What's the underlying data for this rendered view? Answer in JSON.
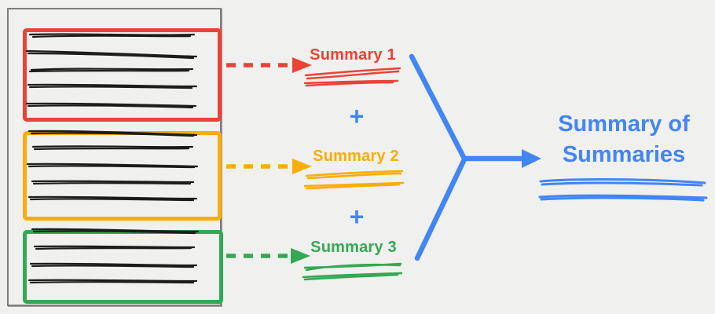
{
  "colors": {
    "red": "#EA4335",
    "orange": "#FBAC05",
    "green": "#34A853",
    "blue": "#4285F4",
    "ink": "#1C1C1C",
    "background": "#F0F0EE",
    "doc-border": "#7D7D7D"
  },
  "documents": [
    {
      "label": "Summary 1",
      "color_name": "red",
      "text_line_count": 5
    },
    {
      "label": "Summary 2",
      "color_name": "orange",
      "text_line_count": 5
    },
    {
      "label": "Summary 3",
      "color_name": "green",
      "text_line_count": 4
    }
  ],
  "operators": {
    "plus": "+"
  },
  "result": {
    "title_line1": "Summary of",
    "title_line2": "Summaries"
  }
}
